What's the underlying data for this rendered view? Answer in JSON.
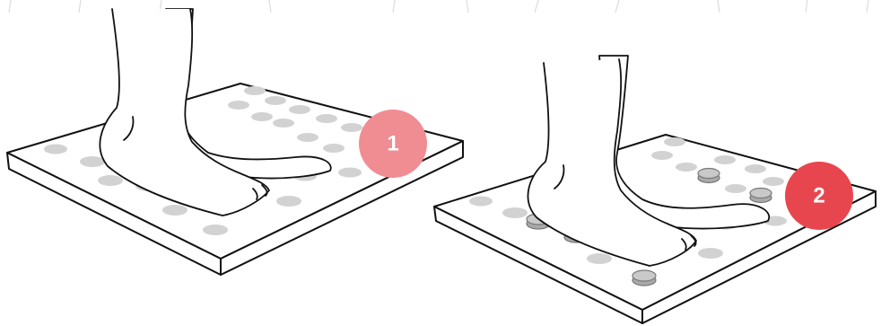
{
  "steps": [
    {
      "label": "1",
      "badge_color": "#f08d93",
      "dots": "flat"
    },
    {
      "label": "2",
      "badge_color": "#e8464e",
      "dots": "raised"
    }
  ],
  "colors": {
    "line": "#111111",
    "dot_fill": "#d2d2d2",
    "dot_raised_fill": "#bdbdbd",
    "background": "#ffffff"
  }
}
